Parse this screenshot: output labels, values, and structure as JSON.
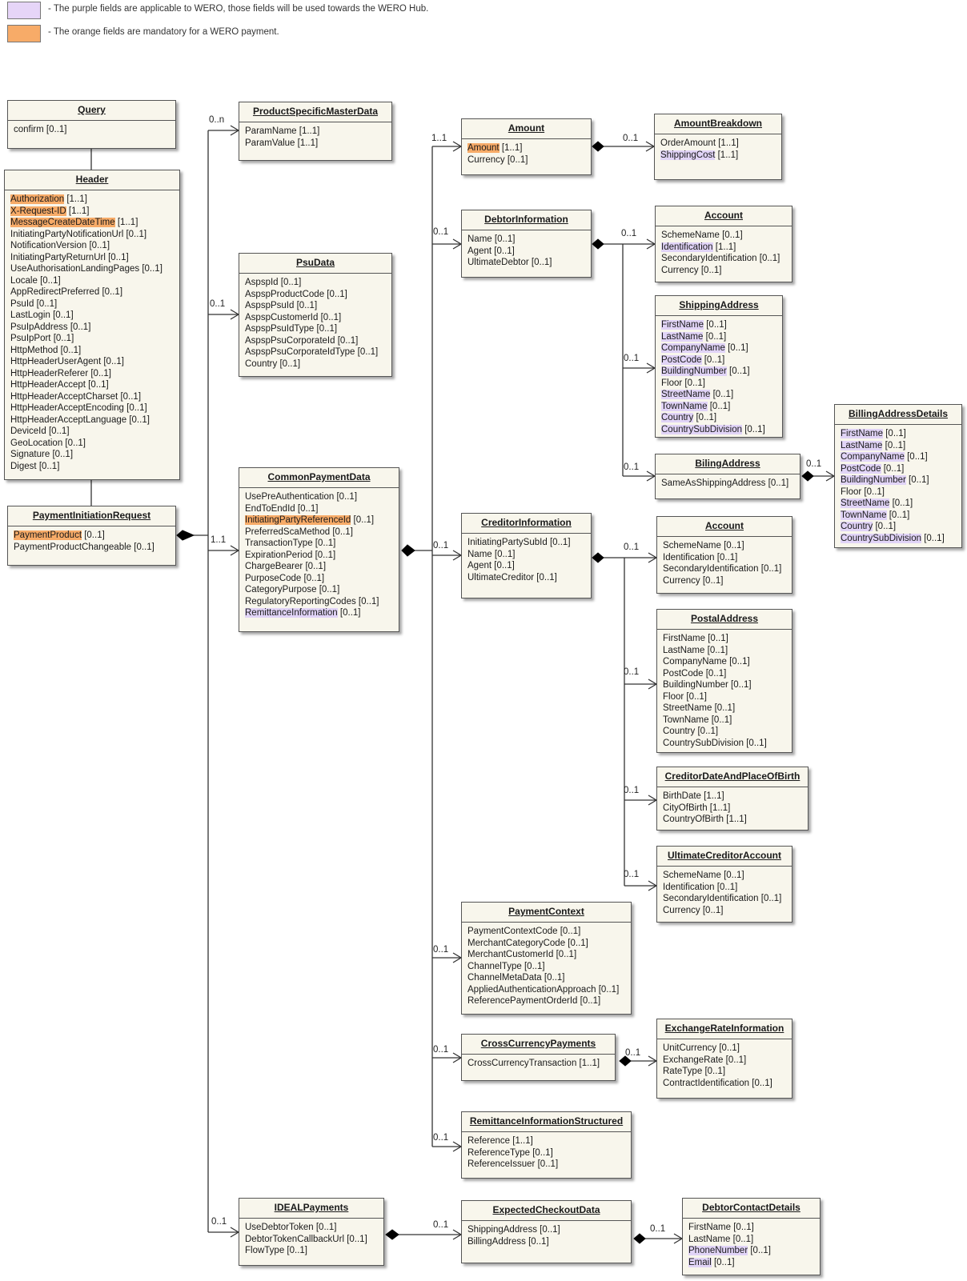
{
  "legend": [
    {
      "color": "#e6d5f8",
      "text": "- The purple fields are applicable to WERO, those fields will be used towards the WERO Hub."
    },
    {
      "color": "#f7ab68",
      "text": "- The orange fields are mandatory for a WERO payment."
    }
  ],
  "colors": {
    "orange": "#f7ab68",
    "purple": "#e1d4f7",
    "box_fill": "#f8f6ec",
    "line": "#333333"
  },
  "boxes": [
    {
      "id": "query",
      "title": "Query",
      "fields": [
        {
          "n": "confirm",
          "m": "[0..1]"
        }
      ]
    },
    {
      "id": "header",
      "title": "Header",
      "fields": [
        {
          "n": "Authorization",
          "m": "[1..1]",
          "hl": "orange"
        },
        {
          "n": "X-Request-ID",
          "m": "[1..1]",
          "hl": "orange"
        },
        {
          "n": "MessageCreateDateTime",
          "m": "[1..1]",
          "hl": "orange"
        },
        {
          "n": "InitiatingPartyNotificationUrl",
          "m": "[0..1]"
        },
        {
          "n": "NotificationVersion",
          "m": "[0..1]"
        },
        {
          "n": "InitiatingPartyReturnUrl",
          "m": "[0..1]"
        },
        {
          "n": "UseAuthorisationLandingPages",
          "m": "[0..1]"
        },
        {
          "n": "Locale",
          "m": "[0..1]"
        },
        {
          "n": "AppRedirectPreferred",
          "m": "[0..1]"
        },
        {
          "n": "PsuId",
          "m": "[0..1]"
        },
        {
          "n": "LastLogin",
          "m": "[0..1]"
        },
        {
          "n": "PsuIpAddress",
          "m": "[0..1]"
        },
        {
          "n": "PsuIpPort",
          "m": "[0..1]"
        },
        {
          "n": "HttpMethod",
          "m": "[0..1]"
        },
        {
          "n": "HttpHeaderUserAgent",
          "m": "[0..1]"
        },
        {
          "n": "HttpHeaderReferer",
          "m": "[0..1]"
        },
        {
          "n": "HttpHeaderAccept",
          "m": "[0..1]"
        },
        {
          "n": "HttpHeaderAcceptCharset",
          "m": "[0..1]"
        },
        {
          "n": "HttpHeaderAcceptEncoding",
          "m": "[0..1]"
        },
        {
          "n": "HttpHeaderAcceptLanguage",
          "m": "[0..1]"
        },
        {
          "n": "DeviceId",
          "m": "[0..1]"
        },
        {
          "n": "GeoLocation",
          "m": "[0..1]"
        },
        {
          "n": "Signature",
          "m": "[0..1]"
        },
        {
          "n": "Digest",
          "m": "[0..1]"
        }
      ]
    },
    {
      "id": "pir",
      "title": "PaymentInitiationRequest",
      "fields": [
        {
          "n": "PaymentProduct",
          "m": "[0..1]",
          "hl": "orange"
        },
        {
          "n": "PaymentProductChangeable",
          "m": "[0..1]"
        }
      ]
    },
    {
      "id": "psmd",
      "title": "ProductSpecificMasterData",
      "fields": [
        {
          "n": "ParamName",
          "m": "[1..1]"
        },
        {
          "n": "ParamValue",
          "m": "[1..1]"
        }
      ]
    },
    {
      "id": "psu",
      "title": "PsuData",
      "fields": [
        {
          "n": "AspspId",
          "m": "[0..1]"
        },
        {
          "n": "AspspProductCode",
          "m": "[0..1]"
        },
        {
          "n": "AspspPsuId",
          "m": "[0..1]"
        },
        {
          "n": "AspspCustomerId",
          "m": "[0..1]"
        },
        {
          "n": "AspspPsuIdType",
          "m": "[0..1]"
        },
        {
          "n": "AspspPsuCorporateId",
          "m": "[0..1]"
        },
        {
          "n": "AspspPsuCorporateIdType",
          "m": "[0..1]"
        },
        {
          "n": "Country",
          "m": "[0..1]"
        }
      ]
    },
    {
      "id": "cpd",
      "title": "CommonPaymentData",
      "fields": [
        {
          "n": "UsePreAuthentication",
          "m": "[0..1]"
        },
        {
          "n": "EndToEndId",
          "m": "[0..1]"
        },
        {
          "n": "InitiatingPartyReferenceId",
          "m": "[0..1]",
          "hl": "orange"
        },
        {
          "n": "PreferredScaMethod",
          "m": "[0..1]"
        },
        {
          "n": "TransactionType",
          "m": "[0..1]"
        },
        {
          "n": "ExpirationPeriod",
          "m": "[0..1]"
        },
        {
          "n": "ChargeBearer",
          "m": "[0..1]"
        },
        {
          "n": "PurposeCode",
          "m": "[0..1]"
        },
        {
          "n": "CategoryPurpose",
          "m": "[0..1]"
        },
        {
          "n": "RegulatoryReportingCodes",
          "m": "[0..1]"
        },
        {
          "n": "RemittanceInformation",
          "m": "[0..1]",
          "hl": "purple"
        }
      ]
    },
    {
      "id": "ideal",
      "title": "IDEALPayments",
      "fields": [
        {
          "n": "UseDebtorToken",
          "m": "[0..1]"
        },
        {
          "n": "DebtorTokenCallbackUrl",
          "m": "[0..1]"
        },
        {
          "n": "FlowType",
          "m": "[0..1]"
        }
      ]
    },
    {
      "id": "amount",
      "title": "Amount",
      "fields": [
        {
          "n": "Amount",
          "m": "[1..1]",
          "hl": "orange"
        },
        {
          "n": "Currency",
          "m": "[0..1]"
        }
      ]
    },
    {
      "id": "debtor",
      "title": "DebtorInformation",
      "fields": [
        {
          "n": "Name",
          "m": "[0..1]"
        },
        {
          "n": "Agent",
          "m": "[0..1]"
        },
        {
          "n": "UltimateDebtor",
          "m": "[0..1]"
        }
      ]
    },
    {
      "id": "creditor",
      "title": "CreditorInformation",
      "fields": [
        {
          "n": "InitiatingPartySubId",
          "m": "[0..1]"
        },
        {
          "n": "Name",
          "m": "[0..1]"
        },
        {
          "n": "Agent",
          "m": "[0..1]"
        },
        {
          "n": "UltimateCreditor",
          "m": "[0..1]"
        }
      ]
    },
    {
      "id": "pctx",
      "title": "PaymentContext",
      "fields": [
        {
          "n": "PaymentContextCode",
          "m": "[0..1]"
        },
        {
          "n": "MerchantCategoryCode",
          "m": "[0..1]"
        },
        {
          "n": "MerchantCustomerId",
          "m": "[0..1]"
        },
        {
          "n": "ChannelType",
          "m": "[0..1]"
        },
        {
          "n": "ChannelMetaData",
          "m": "[0..1]"
        },
        {
          "n": "AppliedAuthenticationApproach",
          "m": "[0..1]"
        },
        {
          "n": "ReferencePaymentOrderId",
          "m": "[0..1]"
        }
      ]
    },
    {
      "id": "ccp",
      "title": "CrossCurrencyPayments",
      "fields": [
        {
          "n": "CrossCurrencyTransaction",
          "m": "[1..1]"
        }
      ]
    },
    {
      "id": "ris",
      "title": "RemittanceInformationStructured",
      "fields": [
        {
          "n": "Reference",
          "m": "[1..1]"
        },
        {
          "n": "ReferenceType",
          "m": "[0..1]"
        },
        {
          "n": "ReferenceIssuer",
          "m": "[0..1]"
        }
      ]
    },
    {
      "id": "ecd",
      "title": "ExpectedCheckoutData",
      "fields": [
        {
          "n": "ShippingAddress",
          "m": "[0..1]"
        },
        {
          "n": "BillingAddress",
          "m": "[0..1]"
        }
      ]
    },
    {
      "id": "abreak",
      "title": "AmountBreakdown",
      "fields": [
        {
          "n": "OrderAmount",
          "m": "[1..1]"
        },
        {
          "n": "ShippingCost",
          "m": "[1..1]",
          "hl": "purple"
        }
      ]
    },
    {
      "id": "dacct",
      "title": "Account",
      "fields": [
        {
          "n": "SchemeName",
          "m": "[0..1]"
        },
        {
          "n": "Identification",
          "m": "[1..1]",
          "hl": "purple"
        },
        {
          "n": "SecondaryIdentification",
          "m": "[0..1]"
        },
        {
          "n": "Currency",
          "m": "[0..1]"
        }
      ]
    },
    {
      "id": "ship",
      "title": "ShippingAddress",
      "fields": [
        {
          "n": "FirstName",
          "m": "[0..1]",
          "hl": "purple"
        },
        {
          "n": "LastName",
          "m": "[0..1]",
          "hl": "purple"
        },
        {
          "n": "CompanyName",
          "m": "[0..1]",
          "hl": "purple"
        },
        {
          "n": "PostCode",
          "m": "[0..1]",
          "hl": "purple"
        },
        {
          "n": "BuildingNumber",
          "m": "[0..1]",
          "hl": "purple"
        },
        {
          "n": "Floor",
          "m": "[0..1]"
        },
        {
          "n": "StreetName",
          "m": "[0..1]",
          "hl": "purple"
        },
        {
          "n": "TownName",
          "m": "[0..1]",
          "hl": "purple"
        },
        {
          "n": "Country",
          "m": "[0..1]",
          "hl": "purple"
        },
        {
          "n": "CountrySubDivision",
          "m": "[0..1]",
          "hl": "purple"
        }
      ]
    },
    {
      "id": "bill",
      "title": "BilingAddress",
      "fields": [
        {
          "n": "SameAsShippingAddress",
          "m": "[0..1]"
        }
      ]
    },
    {
      "id": "cacct",
      "title": "Account",
      "fields": [
        {
          "n": "SchemeName",
          "m": "[0..1]"
        },
        {
          "n": "Identification",
          "m": "[0..1]"
        },
        {
          "n": "SecondaryIdentification",
          "m": "[0..1]"
        },
        {
          "n": "Currency",
          "m": "[0..1]"
        }
      ]
    },
    {
      "id": "postal",
      "title": "PostalAddress",
      "fields": [
        {
          "n": "FirstName",
          "m": "[0..1]"
        },
        {
          "n": "LastName",
          "m": "[0..1]"
        },
        {
          "n": "CompanyName",
          "m": "[0..1]"
        },
        {
          "n": "PostCode",
          "m": "[0..1]"
        },
        {
          "n": "BuildingNumber",
          "m": "[0..1]"
        },
        {
          "n": "Floor",
          "m": "[0..1]"
        },
        {
          "n": "StreetName",
          "m": "[0..1]"
        },
        {
          "n": "TownName",
          "m": "[0..1]"
        },
        {
          "n": "Country",
          "m": "[0..1]"
        },
        {
          "n": "CountrySubDivision",
          "m": "[0..1]"
        }
      ]
    },
    {
      "id": "cdob",
      "title": "CreditorDateAndPlaceOfBirth",
      "fields": [
        {
          "n": "BirthDate",
          "m": "[1..1]"
        },
        {
          "n": "CityOfBirth",
          "m": "[1..1]"
        },
        {
          "n": "CountryOfBirth",
          "m": "[1..1]"
        }
      ]
    },
    {
      "id": "uca",
      "title": "UltimateCreditorAccount",
      "fields": [
        {
          "n": "SchemeName",
          "m": "[0..1]"
        },
        {
          "n": "Identification",
          "m": "[0..1]"
        },
        {
          "n": "SecondaryIdentification",
          "m": "[0..1]"
        },
        {
          "n": "Currency",
          "m": "[0..1]"
        }
      ]
    },
    {
      "id": "exr",
      "title": "ExchangeRateInformation",
      "fields": [
        {
          "n": "UnitCurrency",
          "m": "[0..1]"
        },
        {
          "n": "ExchangeRate",
          "m": "[0..1]"
        },
        {
          "n": "RateType",
          "m": "[0..1]"
        },
        {
          "n": "ContractIdentification",
          "m": "[0..1]"
        }
      ]
    },
    {
      "id": "dcd",
      "title": "DebtorContactDetails",
      "fields": [
        {
          "n": "FirstName",
          "m": "[0..1]"
        },
        {
          "n": "LastName",
          "m": "[0..1]"
        },
        {
          "n": "PhoneNumber",
          "m": "[0..1]",
          "hl": "purple"
        },
        {
          "n": "Email",
          "m": "[0..1]",
          "hl": "purple"
        }
      ]
    },
    {
      "id": "bad",
      "title": "BillingAddressDetails",
      "fields": [
        {
          "n": "FirstName",
          "m": "[0..1]",
          "hl": "purple"
        },
        {
          "n": "LastName",
          "m": "[0..1]",
          "hl": "purple"
        },
        {
          "n": "CompanyName",
          "m": "[0..1]",
          "hl": "purple"
        },
        {
          "n": "PostCode",
          "m": "[0..1]",
          "hl": "purple"
        },
        {
          "n": "BuildingNumber",
          "m": "[0..1]",
          "hl": "purple"
        },
        {
          "n": "Floor",
          "m": "[0..1]"
        },
        {
          "n": "StreetName",
          "m": "[0..1]",
          "hl": "purple"
        },
        {
          "n": "TownName",
          "m": "[0..1]",
          "hl": "purple"
        },
        {
          "n": "Country",
          "m": "[0..1]",
          "hl": "purple"
        },
        {
          "n": "CountrySubDivision",
          "m": "[0..1]",
          "hl": "purple"
        }
      ]
    }
  ],
  "multiplicities": [
    {
      "id": "psmd",
      "text": "0..n"
    },
    {
      "id": "psu",
      "text": "0..1"
    },
    {
      "id": "cpd",
      "text": "1..1"
    },
    {
      "id": "ideal",
      "text": "0..1"
    },
    {
      "id": "amount",
      "text": "1..1"
    },
    {
      "id": "debtor",
      "text": "0..1"
    },
    {
      "id": "creditor",
      "text": "0..1"
    },
    {
      "id": "pctx",
      "text": "0..1"
    },
    {
      "id": "ccp",
      "text": "0..1"
    },
    {
      "id": "ris",
      "text": "0..1"
    },
    {
      "id": "abreak",
      "text": "0..1"
    },
    {
      "id": "dacct",
      "text": "0..1"
    },
    {
      "id": "ship",
      "text": "0..1"
    },
    {
      "id": "bill",
      "text": "0..1"
    },
    {
      "id": "bad",
      "text": "0..1"
    },
    {
      "id": "cacct",
      "text": "0..1"
    },
    {
      "id": "postal",
      "text": "0..1"
    },
    {
      "id": "cdob",
      "text": "0..1"
    },
    {
      "id": "uca",
      "text": "0..1"
    },
    {
      "id": "exr",
      "text": "0..1"
    },
    {
      "id": "ecd",
      "text": "0..1"
    },
    {
      "id": "dcd",
      "text": "0..1"
    }
  ]
}
